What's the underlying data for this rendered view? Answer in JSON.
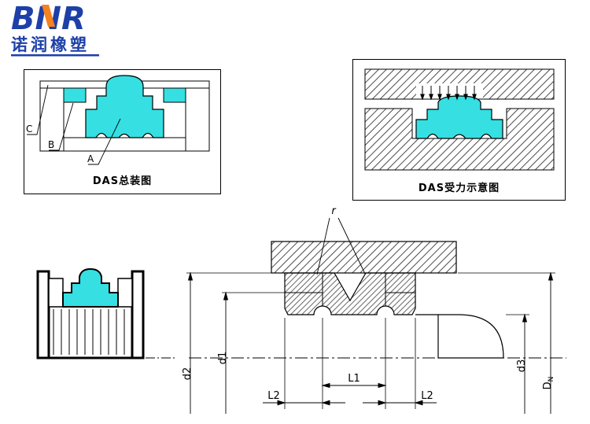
{
  "logo": {
    "brand": "BNR",
    "company": "诺润橡塑",
    "blue": "#1d3fa8",
    "orange": "#f5821f"
  },
  "assembly_box": {
    "caption": "DAS总装图",
    "label_c": "C",
    "label_b": "B",
    "label_a": "A"
  },
  "force_box": {
    "caption": "DAS受力示意图"
  },
  "dimensions": {
    "r": "r",
    "d1": "d1",
    "d2": "d2",
    "d3": "d3",
    "dn_main": "D",
    "dn_sub": "N",
    "l1": "L1",
    "l2_left": "L2",
    "l2_right": "L2"
  },
  "colors": {
    "seal": "#35dfe2",
    "line": "#000000"
  }
}
